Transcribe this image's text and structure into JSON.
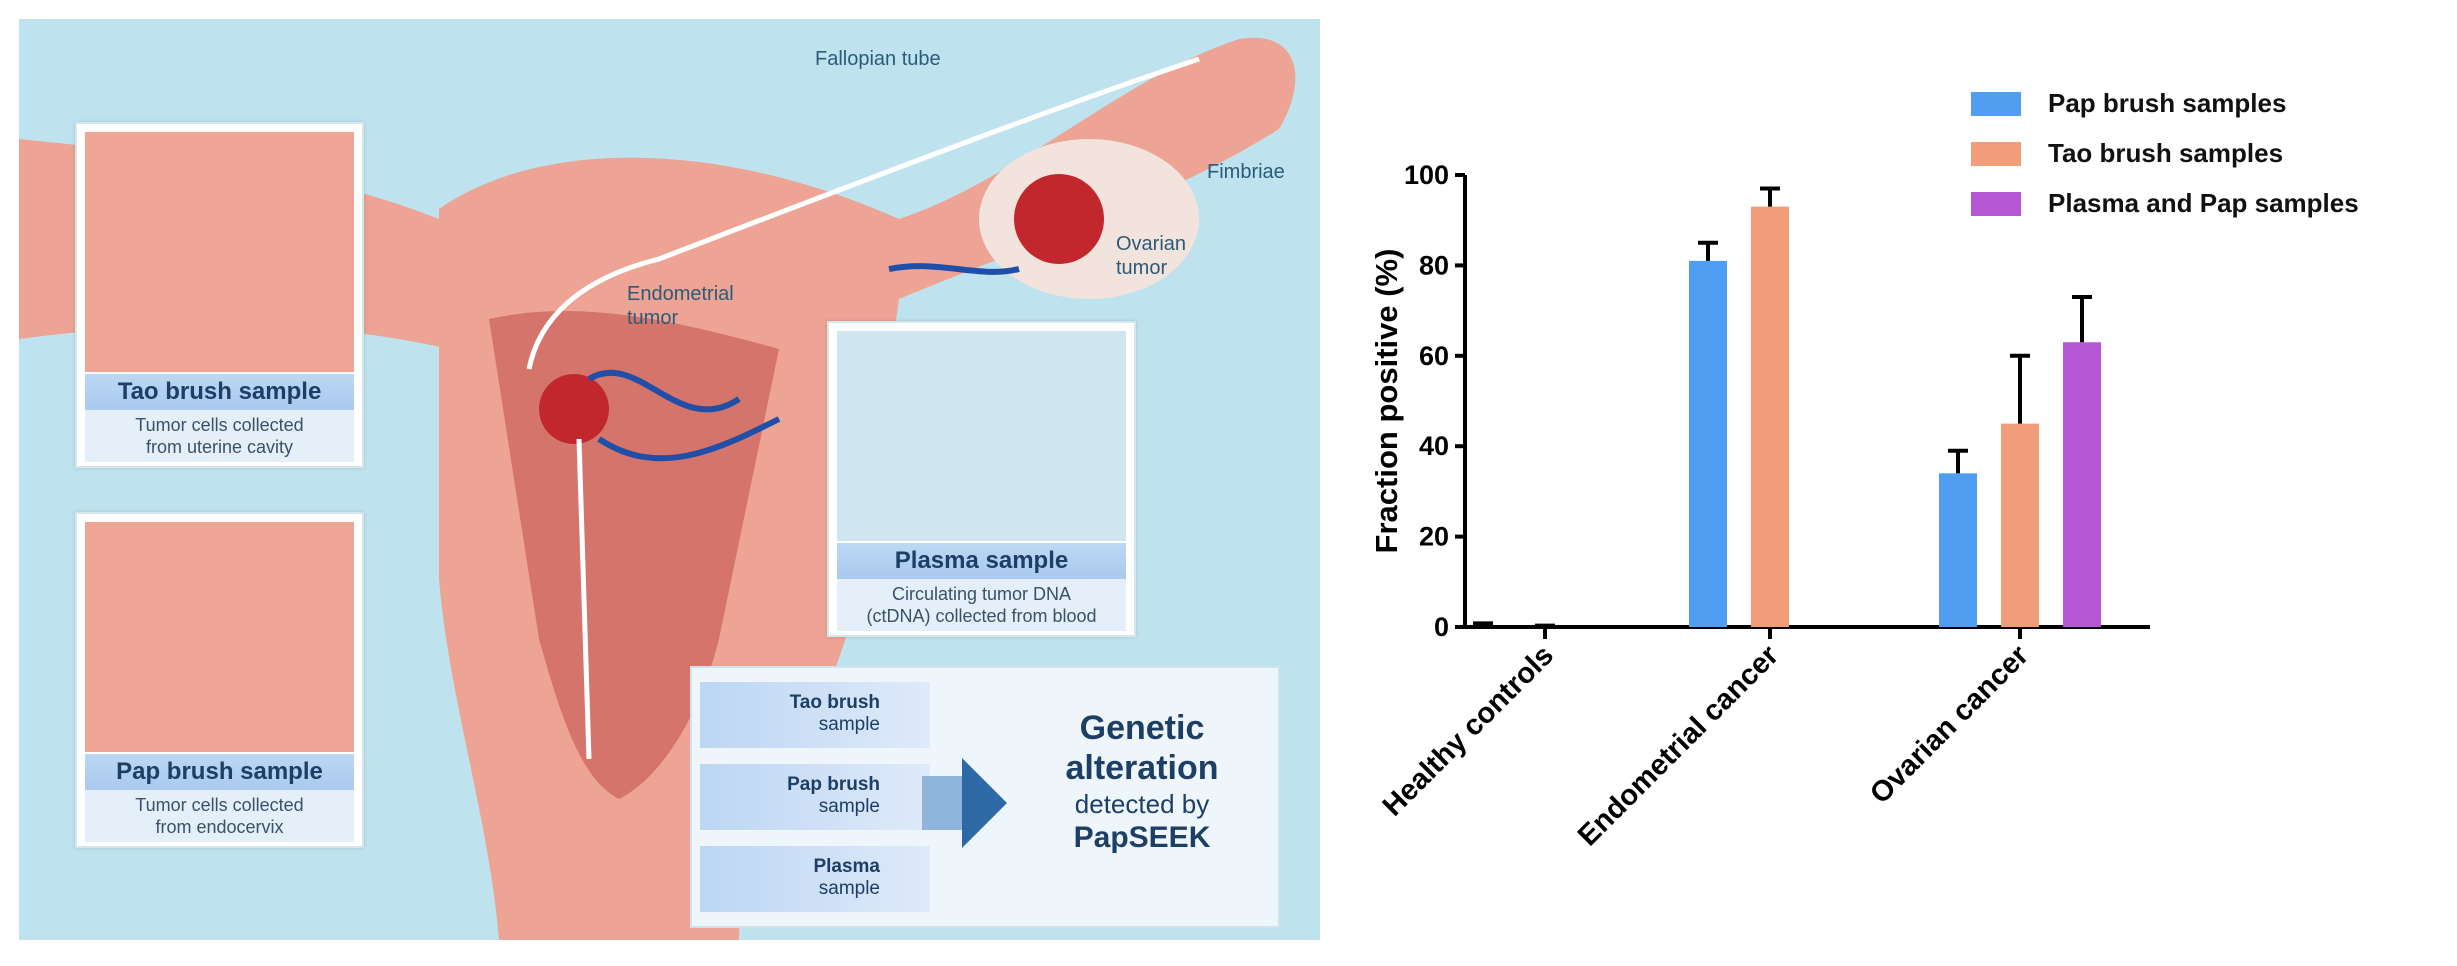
{
  "illustration": {
    "labels": {
      "fallopian_tube": "Fallopian tube",
      "fimbriae": "Fimbriae",
      "ovarian_tumor": [
        "Ovarian",
        "tumor"
      ],
      "endometrial_tumor": [
        "Endometrial",
        "tumor"
      ]
    },
    "tao_box": {
      "title": "Tao brush sample",
      "sub": [
        "Tumor cells collected",
        "from uterine cavity"
      ]
    },
    "pap_box": {
      "title": "Pap brush sample",
      "sub": [
        "Tumor cells collected",
        "from endocervix"
      ]
    },
    "plasma_box": {
      "title": "Plasma sample",
      "sub": [
        "Circulating tumor DNA",
        "(ctDNA) collected from blood"
      ]
    },
    "flow": {
      "inputs": [
        {
          "bold": "Tao brush",
          "rest": "sample"
        },
        {
          "bold": "Pap brush",
          "rest": "sample"
        },
        {
          "bold": "Plasma",
          "rest": "sample"
        }
      ],
      "result": [
        "Genetic",
        "alteration",
        "detected by",
        "PapSEEK"
      ]
    },
    "colors": {
      "background": "#bfe3ee",
      "tissue": "#eea596",
      "vessel": "#1f4fa8"
    }
  },
  "chart_data": {
    "type": "bar",
    "title": "",
    "xlabel": "",
    "ylabel": "Fraction positive (%)",
    "ylim": [
      0,
      100
    ],
    "yticks": [
      0,
      20,
      40,
      60,
      80,
      100
    ],
    "categories": [
      "Healthy controls",
      "Endometrial cancer",
      "Ovarian cancer"
    ],
    "series": [
      {
        "name": "Pap brush samples",
        "color": "#4f9ef2",
        "values": [
          0,
          81,
          34
        ],
        "err_upper": [
          0.8,
          85,
          39
        ]
      },
      {
        "name": "Tao brush samples",
        "color": "#f29d7a",
        "values": [
          0,
          93,
          45
        ],
        "err_upper": [
          0.3,
          97,
          60
        ]
      },
      {
        "name": "Plasma and Pap samples",
        "color": "#b657d8",
        "values": [
          null,
          null,
          63
        ],
        "err_upper": [
          null,
          null,
          73
        ]
      }
    ],
    "legend": "top-right",
    "grid": false
  }
}
